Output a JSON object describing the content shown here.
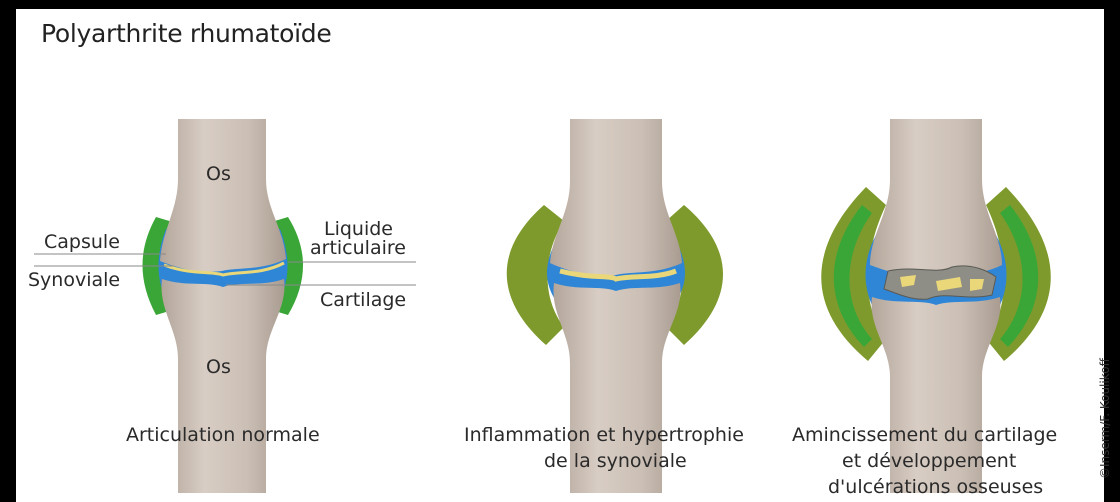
{
  "title": "Polyarthrite rhumatoïde",
  "labels": {
    "os_top": "Os",
    "os_bottom": "Os",
    "capsule": "Capsule",
    "synoviale": "Synoviale",
    "liquide_line1": "Liquide",
    "liquide_line2": "articulaire",
    "cartilage": "Cartilage"
  },
  "captions": {
    "normal": "Articulation normale",
    "inflammation_line1": "Inflammation et hypertrophie",
    "inflammation_line2": "de la synoviale",
    "amincissement_line1": "Amincissement du cartilage",
    "amincissement_line2": "et développement",
    "amincissement_line3": "d'ulcérations osseuses"
  },
  "credit": "©Inserm/F. Koulikoff",
  "colors": {
    "bone": "#c9bdb3",
    "bone_shadow": "#a89a8f",
    "capsule_green": "#3aa637",
    "synovial_olive": "#7f9a2c",
    "fluid_blue": "#2f86d6",
    "cartilage_yellow": "#e9d77a",
    "damaged_gray": "#8e8e86"
  }
}
